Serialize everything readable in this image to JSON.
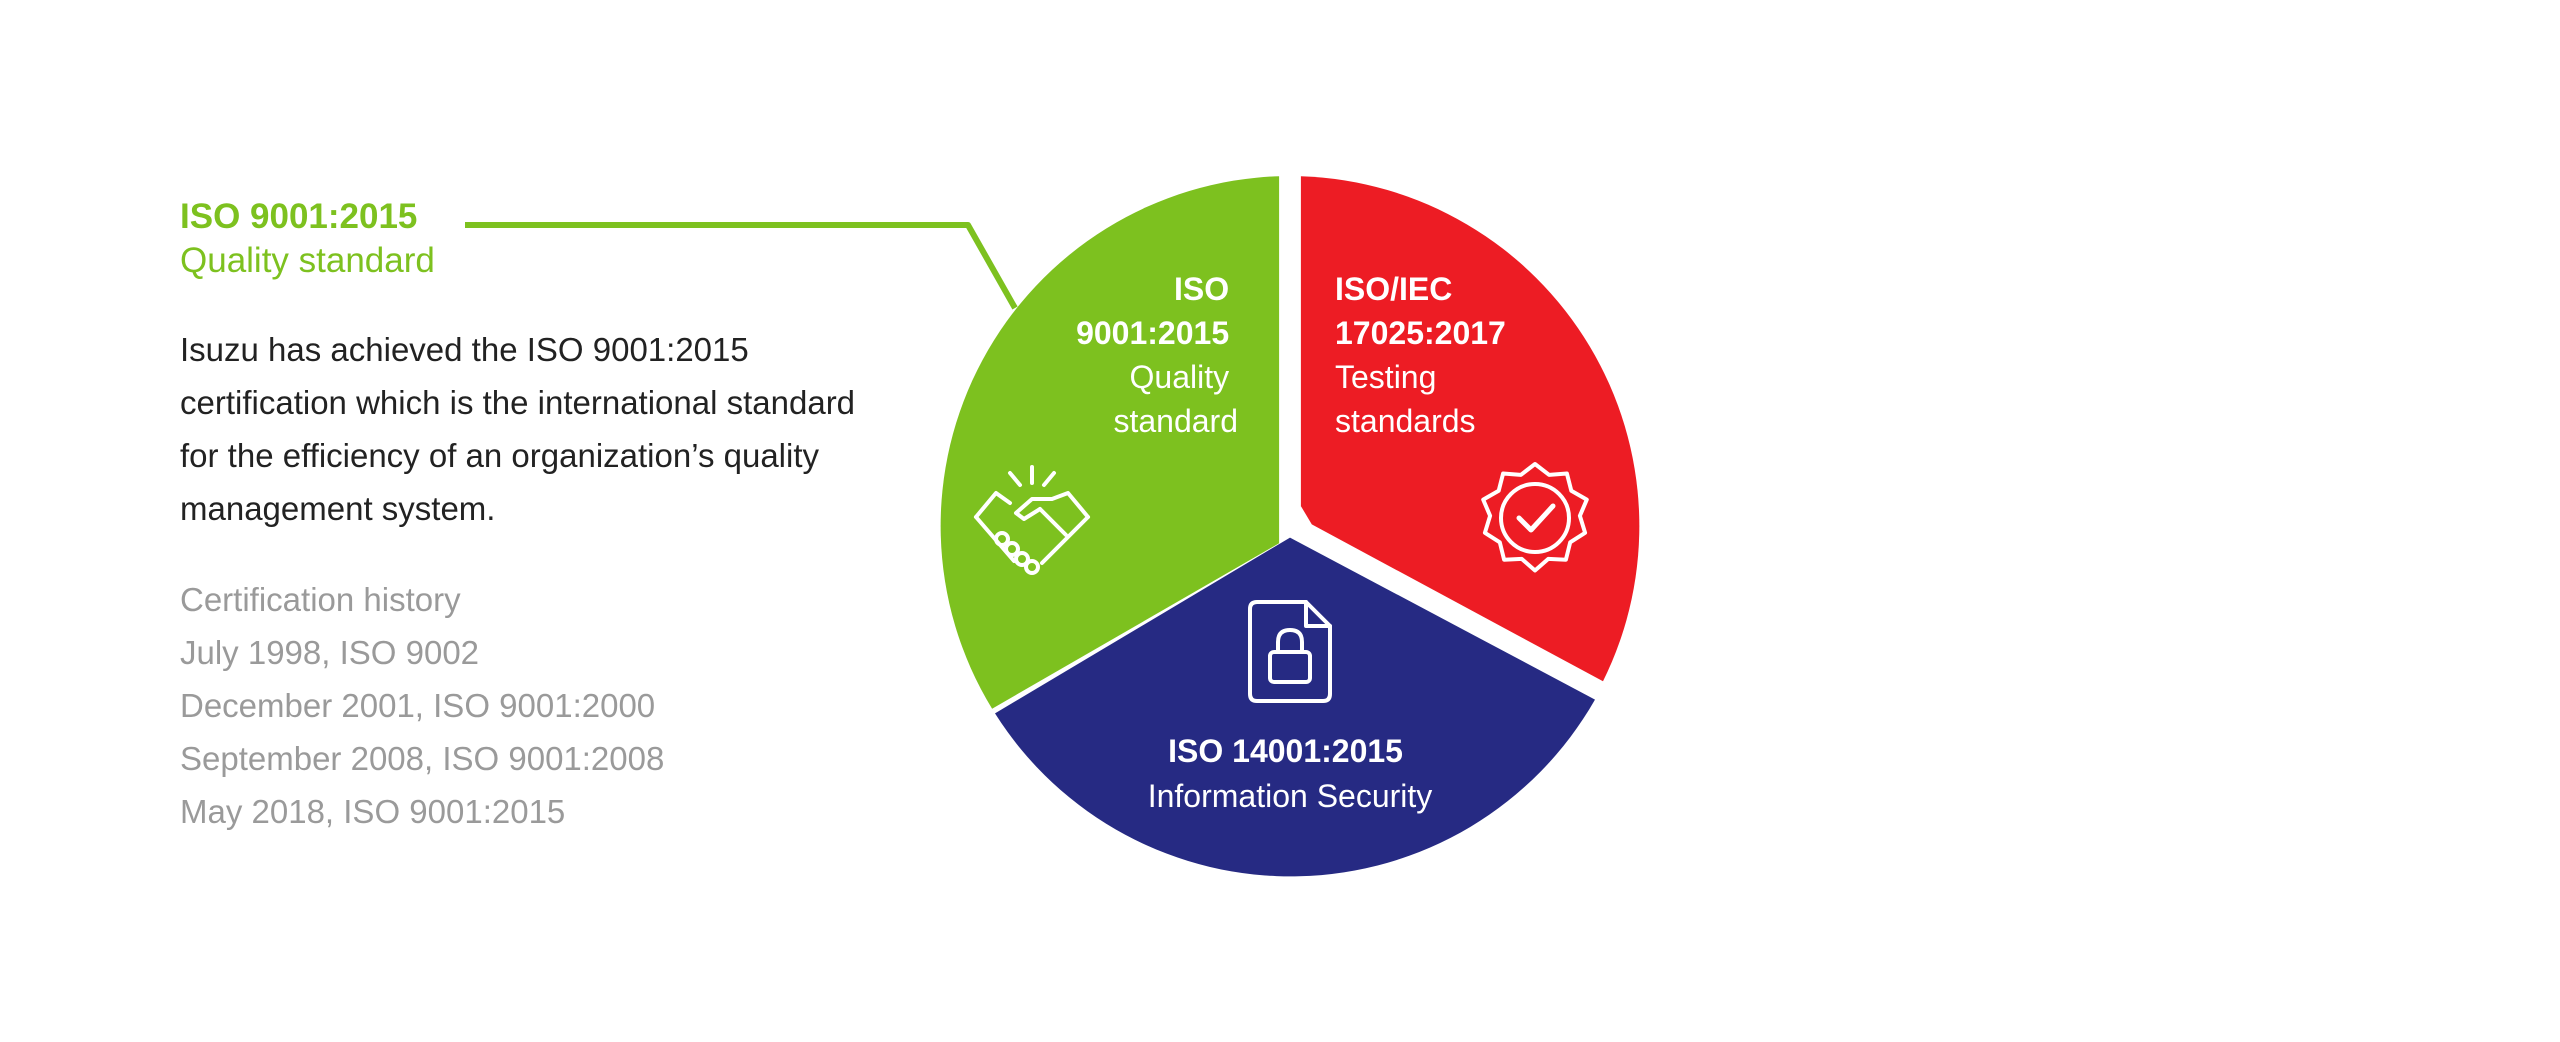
{
  "info": {
    "title": "ISO 9001:2015",
    "subtitle": "Quality standard",
    "body": "Isuzu has achieved the ISO 9001:2015 certification which is the international standard for the efficiency of an organization’s quality management system."
  },
  "history": {
    "heading": "Certification history",
    "items": [
      "July 1998, ISO 9002",
      "December 2001, ISO 9001:2000",
      "September 2008, ISO 9001:2008",
      "May 2018, ISO 9001:2015"
    ]
  },
  "segments": {
    "quality": {
      "title_1": "ISO",
      "title_2": "9001:2015",
      "label_1": "Quality",
      "label_2": "standard",
      "color": "#7dc11f",
      "icon": "handshake-icon"
    },
    "testing": {
      "title_1": "ISO/IEC",
      "title_2": "17025:2017",
      "label_1": "Testing",
      "label_2": "standards",
      "color": "#ed1c24",
      "icon": "certified-badge-icon"
    },
    "security": {
      "title": "ISO 14001:2015",
      "label": "Information Security",
      "color": "#262a83",
      "icon": "document-lock-icon"
    }
  },
  "colors": {
    "accent": "#7dc11f",
    "body_text": "#222222",
    "muted_text": "#9a9a9a"
  }
}
